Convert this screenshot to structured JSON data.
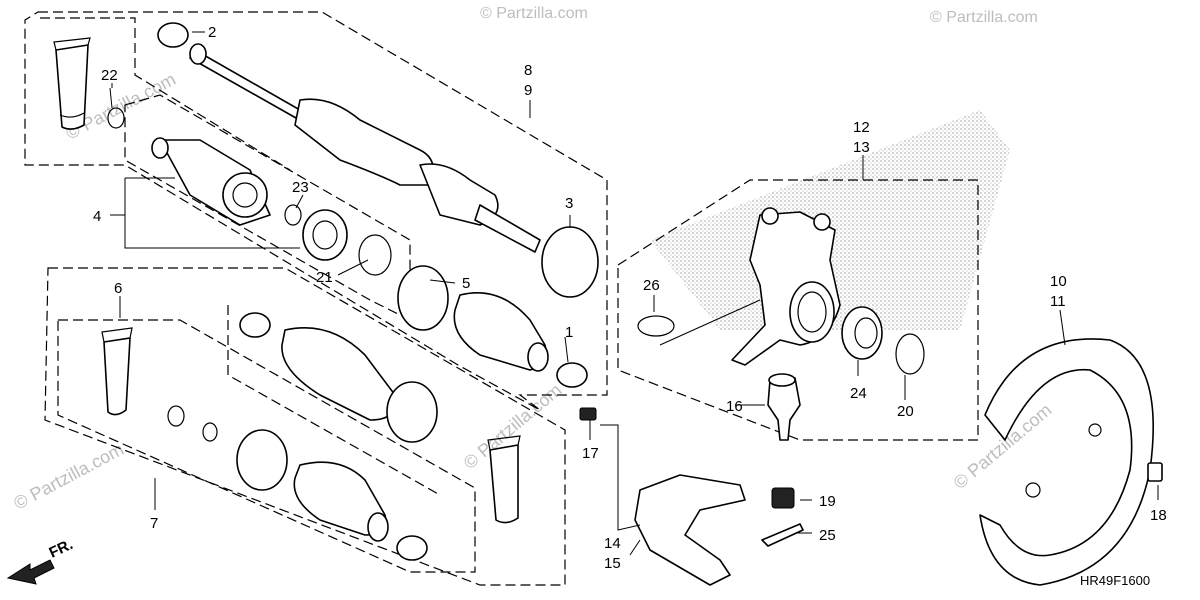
{
  "diagram_code": "HR49F1600",
  "watermark": "© Partzilla.com",
  "front_indicator": "FR.",
  "callouts": [
    {
      "id": "c1",
      "text": "1"
    },
    {
      "id": "c2",
      "text": "2"
    },
    {
      "id": "c3",
      "text": "3"
    },
    {
      "id": "c4",
      "text": "4"
    },
    {
      "id": "c5",
      "text": "5"
    },
    {
      "id": "c6",
      "text": "6"
    },
    {
      "id": "c7",
      "text": "7"
    },
    {
      "id": "c8",
      "text": "8"
    },
    {
      "id": "c9",
      "text": "9"
    },
    {
      "id": "c10",
      "text": "10"
    },
    {
      "id": "c11",
      "text": "11"
    },
    {
      "id": "c12",
      "text": "12"
    },
    {
      "id": "c13",
      "text": "13"
    },
    {
      "id": "c14",
      "text": "14"
    },
    {
      "id": "c15",
      "text": "15"
    },
    {
      "id": "c16",
      "text": "16"
    },
    {
      "id": "c17",
      "text": "17"
    },
    {
      "id": "c18",
      "text": "18"
    },
    {
      "id": "c19",
      "text": "19"
    },
    {
      "id": "c20",
      "text": "20"
    },
    {
      "id": "c21",
      "text": "21"
    },
    {
      "id": "c22",
      "text": "22"
    },
    {
      "id": "c23",
      "text": "23"
    },
    {
      "id": "c24",
      "text": "24"
    },
    {
      "id": "c25",
      "text": "25"
    },
    {
      "id": "c26",
      "text": "26"
    }
  ]
}
